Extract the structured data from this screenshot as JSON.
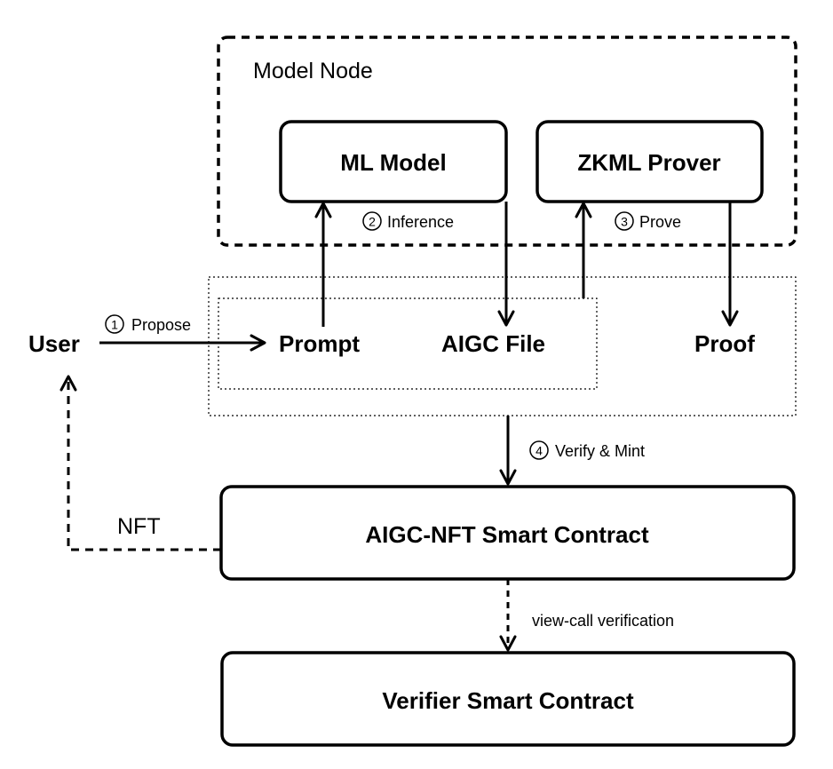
{
  "model_node": {
    "title": "Model Node"
  },
  "boxes": {
    "ml_model": "ML Model",
    "zkml_prover": "ZKML Prover",
    "aigc_nft_contract": "AIGC-NFT Smart Contract",
    "verifier_contract": "Verifier Smart Contract"
  },
  "nodes": {
    "user": "User",
    "prompt": "Prompt",
    "aigc_file": "AIGC File",
    "proof": "Proof"
  },
  "steps": {
    "propose": {
      "num": "1",
      "label": "Propose"
    },
    "inference": {
      "num": "2",
      "label": "Inference"
    },
    "prove": {
      "num": "3",
      "label": "Prove"
    },
    "verify_mint": {
      "num": "4",
      "label": "Verify & Mint"
    }
  },
  "edges": {
    "nft": "NFT",
    "view_call": "view-call verification"
  }
}
